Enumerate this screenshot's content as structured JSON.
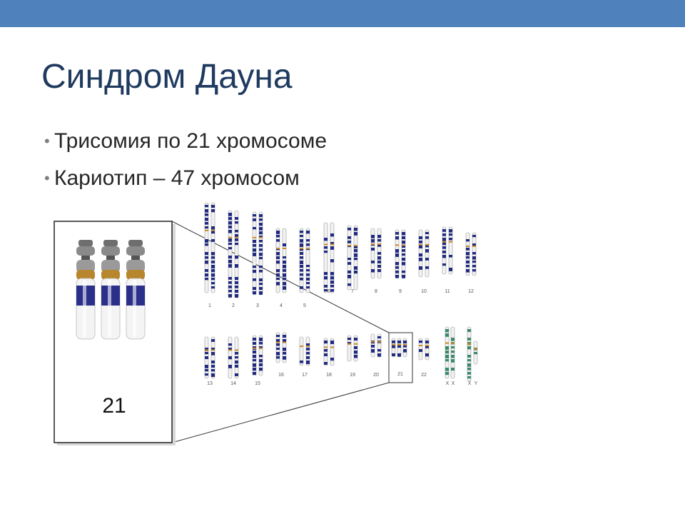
{
  "slide": {
    "title": "Синдром Дауна",
    "bullets": [
      "Трисомия по 21 хромосоме",
      "Кариотип – 47 хромосом"
    ],
    "accent_color": "#4f81bd",
    "title_color": "#1f3a5f"
  },
  "karyotype": {
    "row1_labels": [
      "1",
      "2",
      "3",
      "4",
      "5",
      "6",
      "7",
      "8",
      "9",
      "10",
      "11",
      "12"
    ],
    "row2_labels": [
      "13",
      "14",
      "15",
      "16",
      "17",
      "18",
      "19",
      "20",
      "21",
      "22"
    ],
    "sex_labels": [
      "X",
      "X",
      "X",
      "Y"
    ],
    "enlarged_label": "21",
    "enlarged_count": 3,
    "band_color": "#1f2a80",
    "sex_band_color": "#3a8a6a"
  }
}
